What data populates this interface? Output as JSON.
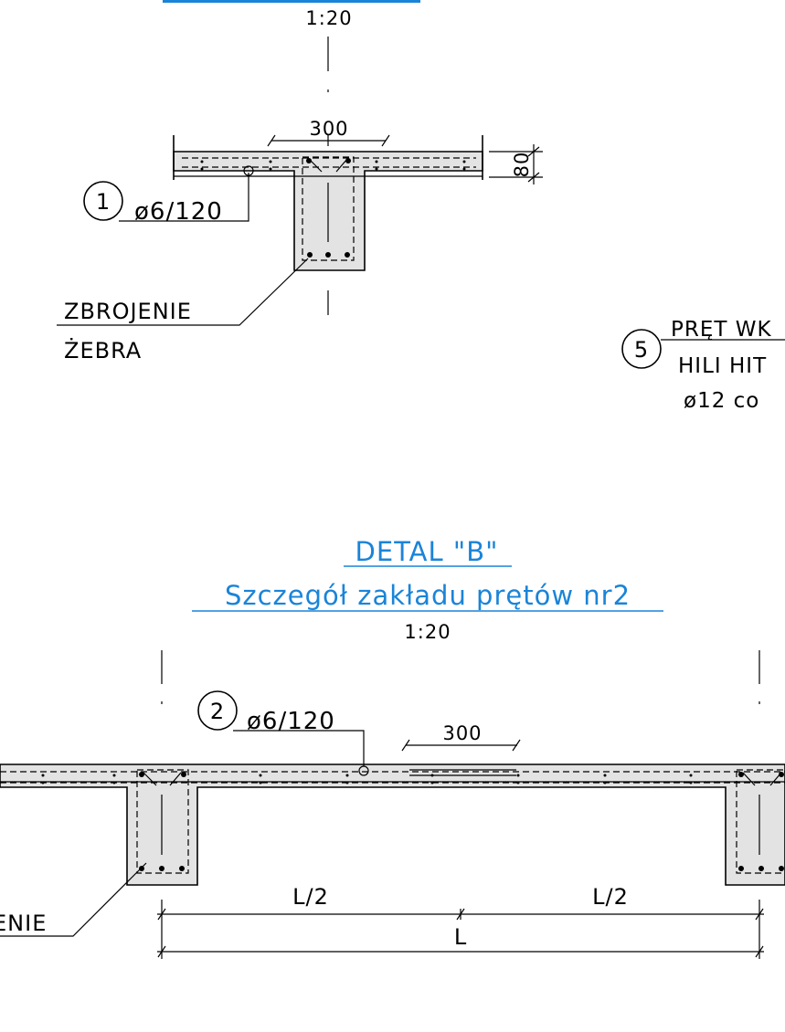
{
  "colors": {
    "title": "#1a84d8",
    "line": "#000000",
    "concrete": "#e3e3e3"
  },
  "detail_a": {
    "scale": "1:20",
    "dim_width": "300",
    "dim_thickness": "80",
    "bar_mark": "1",
    "bar_spec": "ø6/120",
    "callout_line1": "ZBROJENIE",
    "callout_line2": "ŻEBRA"
  },
  "side_note": {
    "bar_mark": "5",
    "line1": "PRĘT WK",
    "line2": "HILI HIT",
    "line3": "ø12 co"
  },
  "detail_b": {
    "title": "DETAL \"B\"",
    "subtitle": "Szczegół zakładu prętów nr2",
    "scale": "1:20",
    "bar_mark": "2",
    "bar_spec": "ø6/120",
    "lap_length": "300",
    "half_span_left": "L/2",
    "half_span_right": "L/2",
    "span": "L",
    "callout_partial": "ENIE"
  }
}
